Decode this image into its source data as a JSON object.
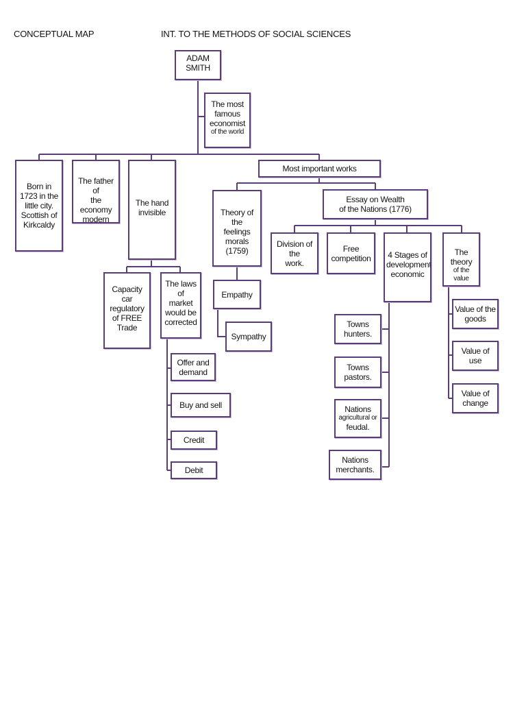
{
  "header": {
    "left": "CONCEPTUAL MAP",
    "center": "INT. TO THE METHODS OF SOCIAL SCIENCES"
  },
  "nodes": {
    "adam": "ADAM\nSMITH",
    "famous_a": "The most\nfamous\neconomist",
    "famous_b": "of the world",
    "born": "Born in\n1723 in the\nlittle city.\nScottish of\nKirkcaldy",
    "father": "The father of\nthe economy\nmodern",
    "hand": "The hand\ninvisible",
    "works": "Most important works",
    "theory_feelings": "Theory of the\nfeelings\nmorals\n(1759)",
    "essay": "Essay on Wealth\nof the Nations (1776)",
    "capacity": "Capacity\ncar\nregulatory\nof FREE\nTrade",
    "laws": "The laws\nof\nmarket\nwould be\ncorrected",
    "offer": "Offer and\ndemand",
    "buy": "Buy and sell",
    "credit": "Credit",
    "debit": "Debit",
    "empathy": "Empathy",
    "sympathy": "Sympathy",
    "division": "Division of the\nwork.",
    "free": "Free\ncompetition",
    "stages": "4 Stages of\ndevelopment\neconomic",
    "theory_value_a": "The theory",
    "theory_value_b": "of the value",
    "hunters": "Towns\nhunters.",
    "pastors": "Towns\npastors.",
    "nations_agri_a": "Nations",
    "nations_agri_b": "agricultural or",
    "nations_agri_c": "feudal.",
    "merchants": "Nations\nmerchants.",
    "value_goods": "Value of the\ngoods",
    "value_use": "Value of use",
    "value_change": "Value of\nchange"
  },
  "colors": {
    "border": "#5a3c78",
    "line": "#5a3c78"
  }
}
